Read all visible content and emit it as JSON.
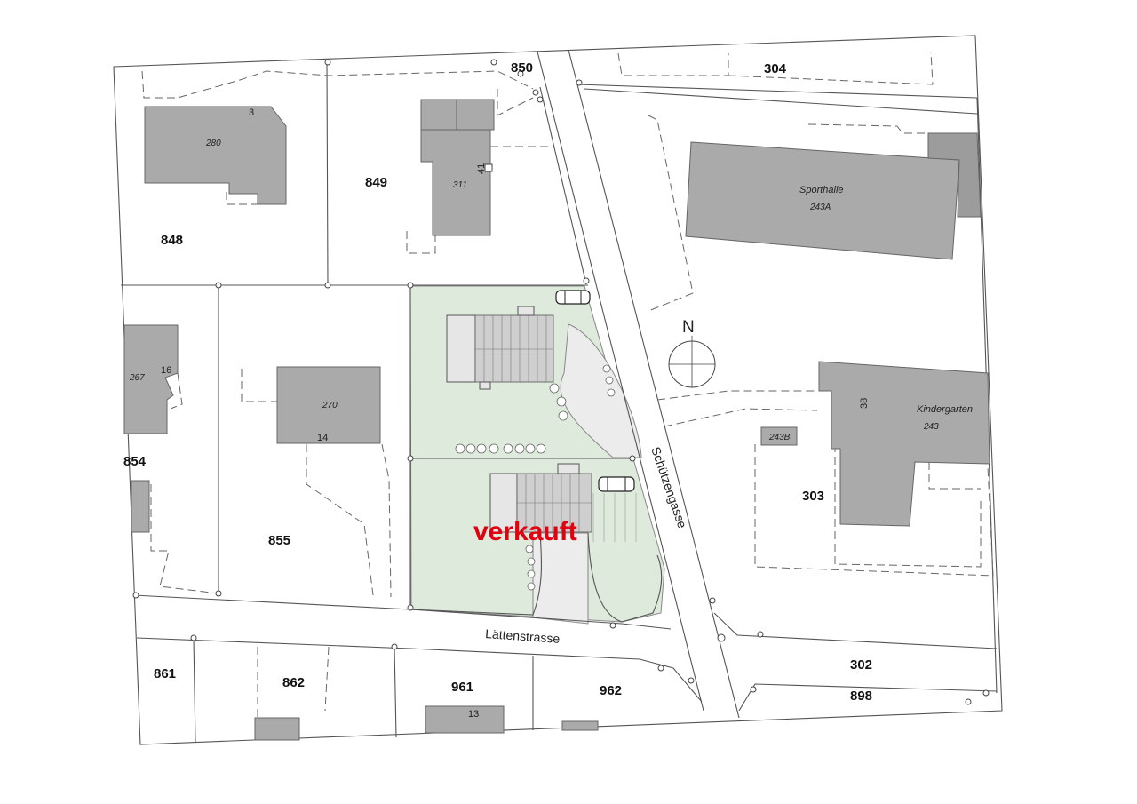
{
  "parcels": {
    "p848": "848",
    "p849": "849",
    "p850": "850",
    "p304": "304",
    "p854": "854",
    "p855": "855",
    "p303": "303",
    "p861": "861",
    "p862": "862",
    "p961": "961",
    "p962": "962",
    "p302": "302",
    "p898": "898"
  },
  "buildings": {
    "b280": "280",
    "b311": "311",
    "b267": "267",
    "b270": "270",
    "b243a": "243A",
    "b243": "243",
    "b243b": "243B",
    "sporthalle": "Sporthalle",
    "kindergarten": "Kindergarten"
  },
  "house_numbers": {
    "h3": "3",
    "h41": "41",
    "h16": "16",
    "h14": "14",
    "h38": "38",
    "h13": "13"
  },
  "streets": {
    "schuetzengasse": "Schützengasse",
    "laettenstrasse": "Lättenstrasse"
  },
  "north_label": "N",
  "overlay": {
    "sold_label": "verkauft",
    "sold_color": "#e3000f"
  },
  "colors": {
    "green_area": "#deeadb",
    "building": "#aaaaaa"
  }
}
